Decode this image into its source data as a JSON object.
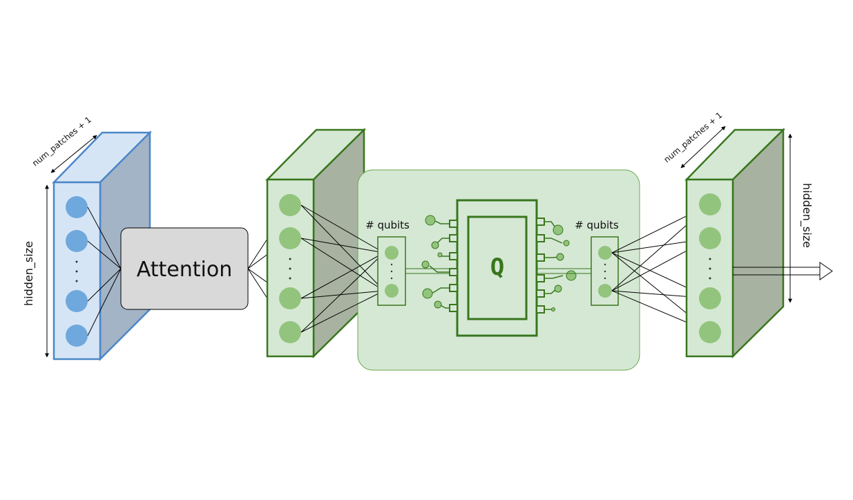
{
  "labels": {
    "left_depth": "num_patches + 1",
    "left_height": "hidden_size",
    "attention": "Attention",
    "qubits_in": "# qubits",
    "qubits_out": "# qubits",
    "right_depth": "num_patches + 1",
    "right_height": "hidden_size",
    "quantum_chip_glyph": "Q"
  },
  "colors": {
    "blue_fill": "#d6e5f5",
    "blue_stroke": "#4a86c8",
    "blue_node": "#6fa8dc",
    "green_fill": "#d5e8d4",
    "green_stroke": "#38761d",
    "green_node": "#93c47d",
    "side_shade": "#a7b3a0",
    "blue_side_shade": "#a3b4c6",
    "attention_fill": "#d9d9d9"
  }
}
